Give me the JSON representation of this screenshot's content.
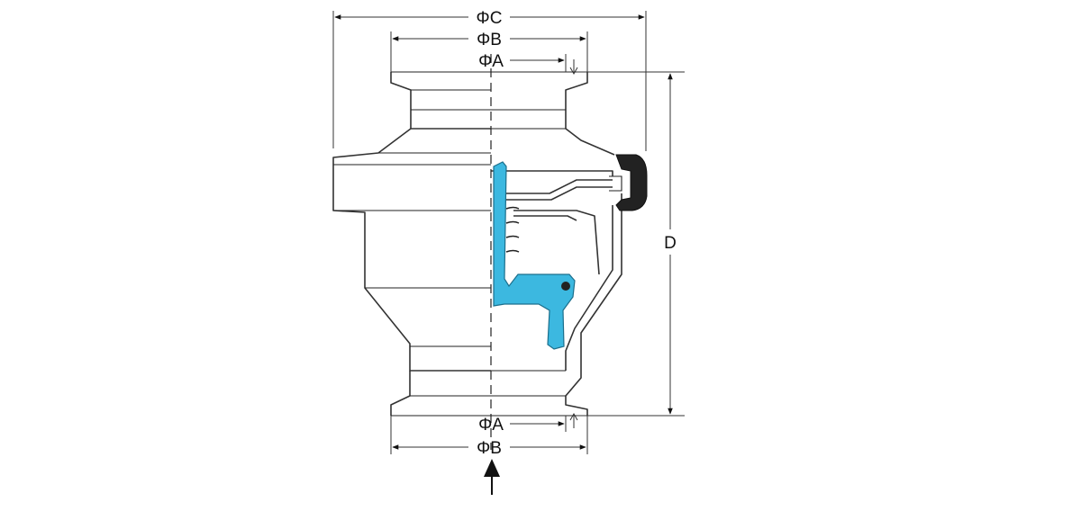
{
  "labels": {
    "phi_c_top": "ΦC",
    "phi_b_top": "ΦB",
    "phi_a_top": "ΦA",
    "phi_a_bottom": "ΦA",
    "phi_b_bottom": "ΦB",
    "d": "D"
  },
  "colors": {
    "internal_part": "#3cb8e0",
    "seal": "#222222",
    "line": "#333333"
  }
}
